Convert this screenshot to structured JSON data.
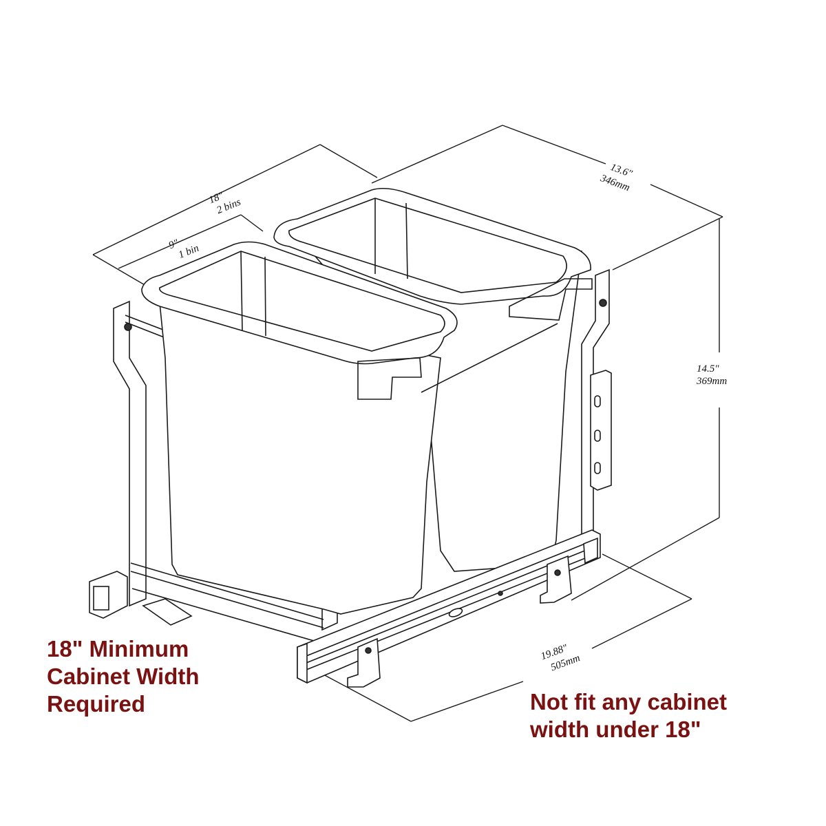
{
  "dimensions": {
    "width_2bins": {
      "value": "18\"",
      "label": "2 bins"
    },
    "width_1bin": {
      "value": "9\"",
      "label": "1 bin"
    },
    "depth_top": {
      "value": "13.6\"",
      "label": "346mm"
    },
    "height": {
      "value": "14.5\"",
      "label": "369mm"
    },
    "depth_bottom": {
      "value": "19.88\"",
      "label": "505mm"
    }
  },
  "notes": {
    "minimum_width": [
      "18\" Minimum",
      "Cabinet Width",
      "Required"
    ],
    "fit_warning": [
      "Not fit any cabinet",
      "width under 18\""
    ]
  },
  "colors": {
    "line": "#1a1a1a",
    "note_text": "#7a1212",
    "background": "#ffffff"
  }
}
